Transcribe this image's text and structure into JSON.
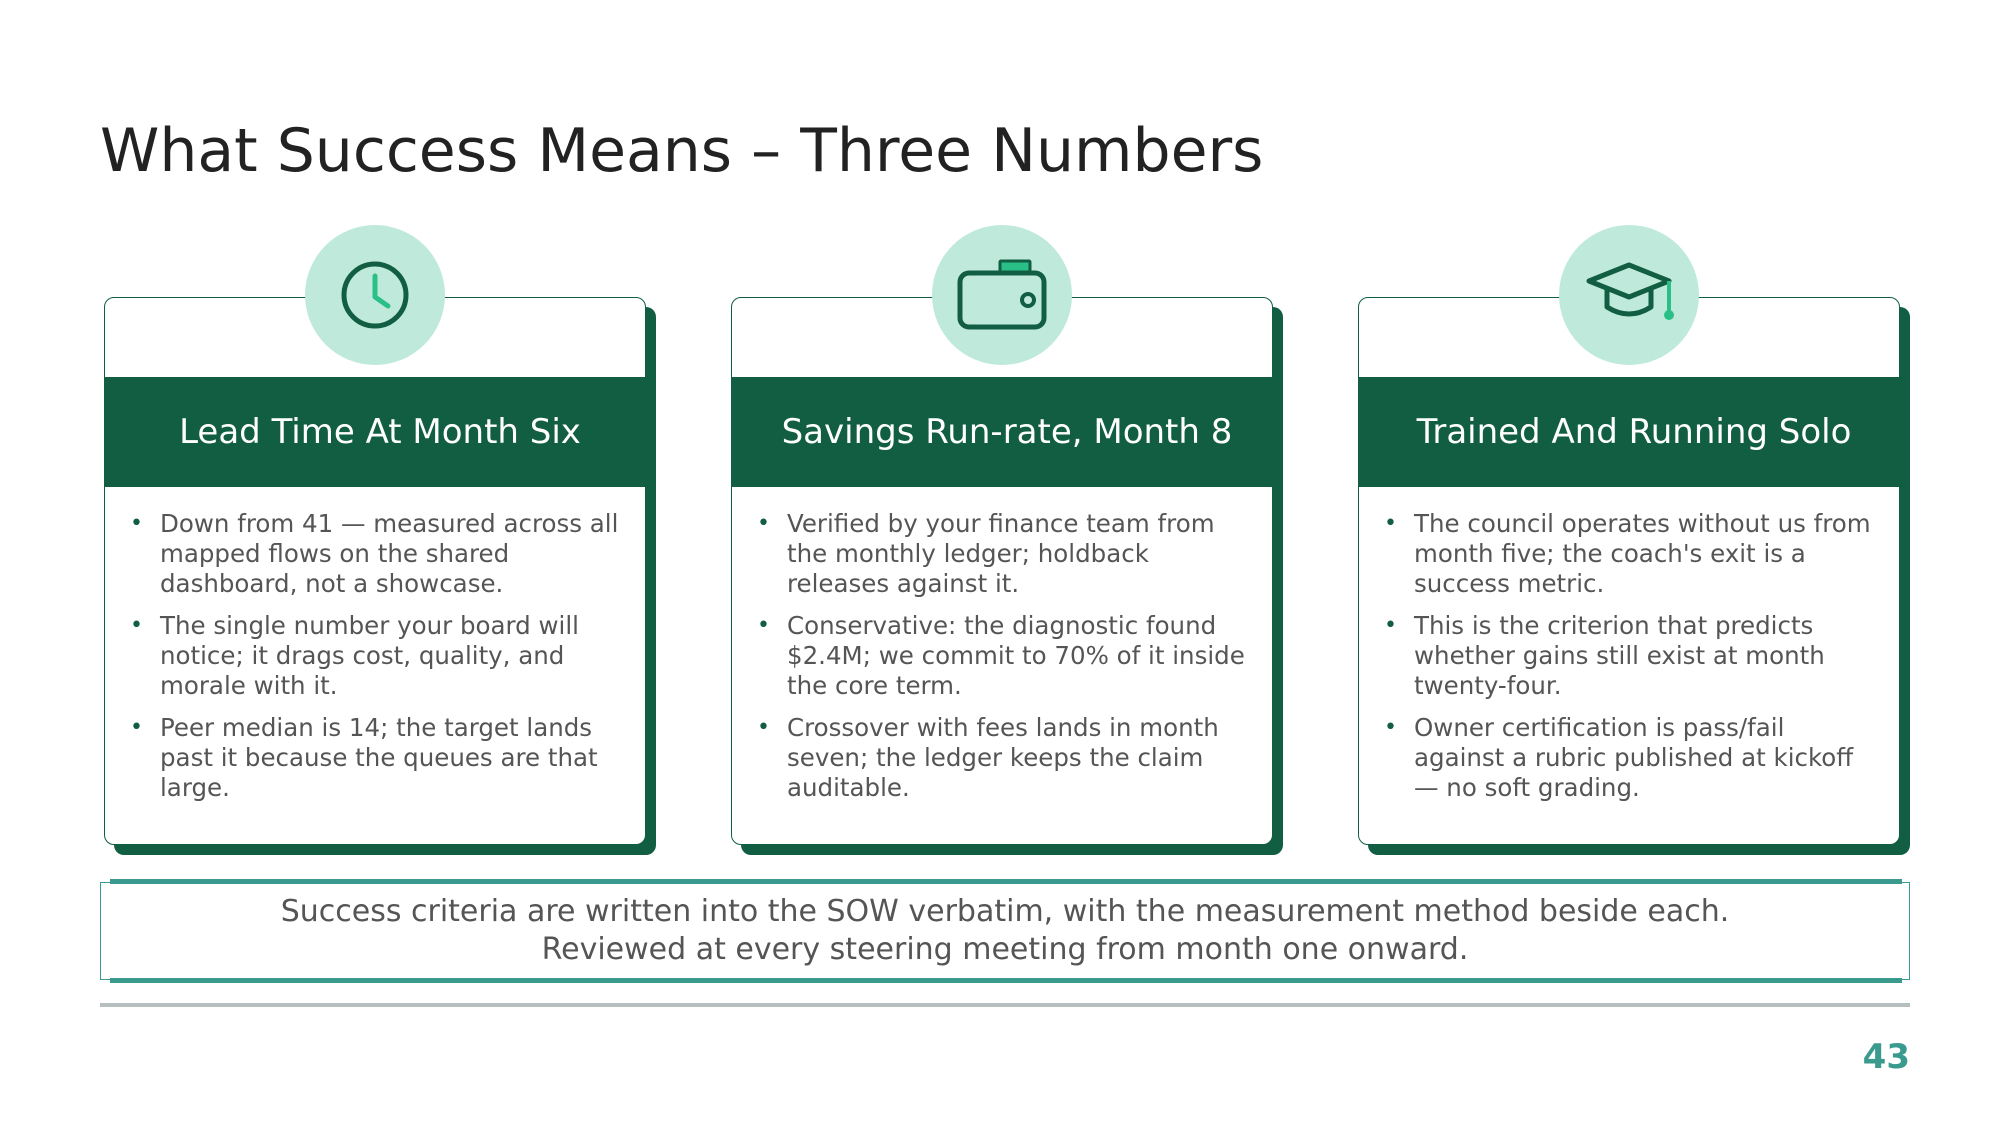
{
  "slide": {
    "title": "What Success Means – Three Numbers",
    "page_number": "43"
  },
  "cards": [
    {
      "icon": "clock-icon",
      "heading": "Lead Time At Month Six",
      "bullets": [
        "Down from 41 — measured across all mapped flows on the shared dashboard, not a showcase.",
        "The single number your board will notice; it drags cost, quality, and morale with it.",
        "Peer median is 14; the target lands past it because the queues are that large."
      ]
    },
    {
      "icon": "wallet-icon",
      "heading": "Savings Run-rate, Month 8",
      "bullets": [
        "Verified by your finance team from the monthly ledger; holdback releases against it.",
        "Conservative: the diagnostic found $2.4M; we commit to 70% of it inside the core term.",
        "Crossover with fees lands in month seven; the ledger keeps the claim auditable."
      ]
    },
    {
      "icon": "graduation-cap-icon",
      "heading": "Trained And Running Solo",
      "bullets": [
        "The council operates without us from month five; the coach's exit is a success metric.",
        "This is the criterion that predicts whether gains still exist at month twenty-four.",
        "Owner certification is pass/fail against a rubric published at kickoff — no soft grading."
      ]
    }
  ],
  "note": {
    "line1": "Success criteria are written into the SOW verbatim, with the measurement method beside each.",
    "line2": "Reviewed at every steering meeting from month one onward."
  },
  "colors": {
    "primary": "#115e43",
    "badge": "#bfeadb",
    "accent": "#3a9a8e",
    "icon_accent": "#2bbf88"
  }
}
